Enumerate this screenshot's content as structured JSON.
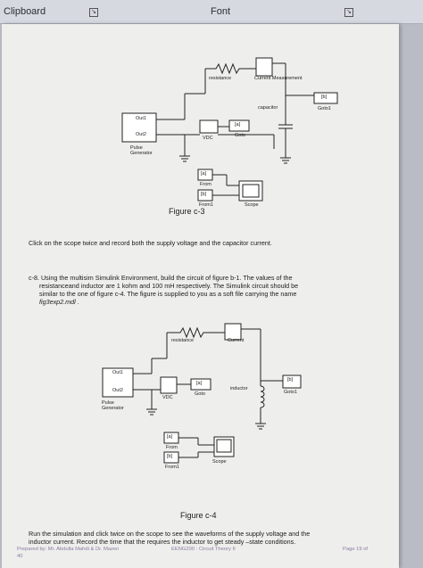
{
  "ribbon": {
    "clipboard": "Clipboard",
    "font": "Font"
  },
  "fig3": {
    "resistance": "resistance",
    "current_measurement": "Current Measurement",
    "capacitor": "capacitor",
    "out1": "Out1",
    "out2": "Out2",
    "pulse_generator": "Pulse Generator",
    "vdc": "VDC",
    "goto_tag": "[a]",
    "goto": "Goto",
    "goto1_tag": "[b]",
    "goto1": "Goto1",
    "from_tag": "[a]",
    "from": "From",
    "from1_tag": "[b]",
    "from1": "From1",
    "scope": "Scope",
    "caption": "Figure c-3"
  },
  "text": {
    "instruction": "Click on the scope twice and record both the supply voltage and the capacitor current.",
    "c8_line1": "c-8. Using the multisim Simulink Environment, build the circuit of figure b-1. The values of the",
    "c8_line2": "resistanceand inductor are 1 kohm and 100 mH respectively. The Simulink circuit should be",
    "c8_line3": "similar to the one of figure c-4. The figure is supplied to you as a soft file carrying the name",
    "c8_line4": "fig3exp2.mdl .",
    "run_line1": "Run the simulation and click twice on the scope to see the waveforms of the supply voltage and the",
    "run_line2": "inductor current. Record the time that the requires the inductor to get steady –state conditions."
  },
  "fig4": {
    "resistance": "resistance",
    "current": "Current",
    "inductor": "inductor",
    "out1": "Out1",
    "out2": "Out2",
    "pulse_generator": "Pulse Generator",
    "vdc": "VDC",
    "goto_tag": "[a]",
    "goto": "Goto",
    "goto1_tag": "[b]",
    "goto1": "Goto1",
    "from_tag": "[a]",
    "from": "From",
    "from1_tag": "[b]",
    "from1": "From1",
    "scope": "Scope",
    "caption": "Figure c-4"
  },
  "footer": {
    "prepared": "Prepared by: Mr. Abdulla Mahdi & Dr. Mazen",
    "course": "EENG200 : Circuit Theory II",
    "page": "Page 19 of",
    "total": "40"
  }
}
